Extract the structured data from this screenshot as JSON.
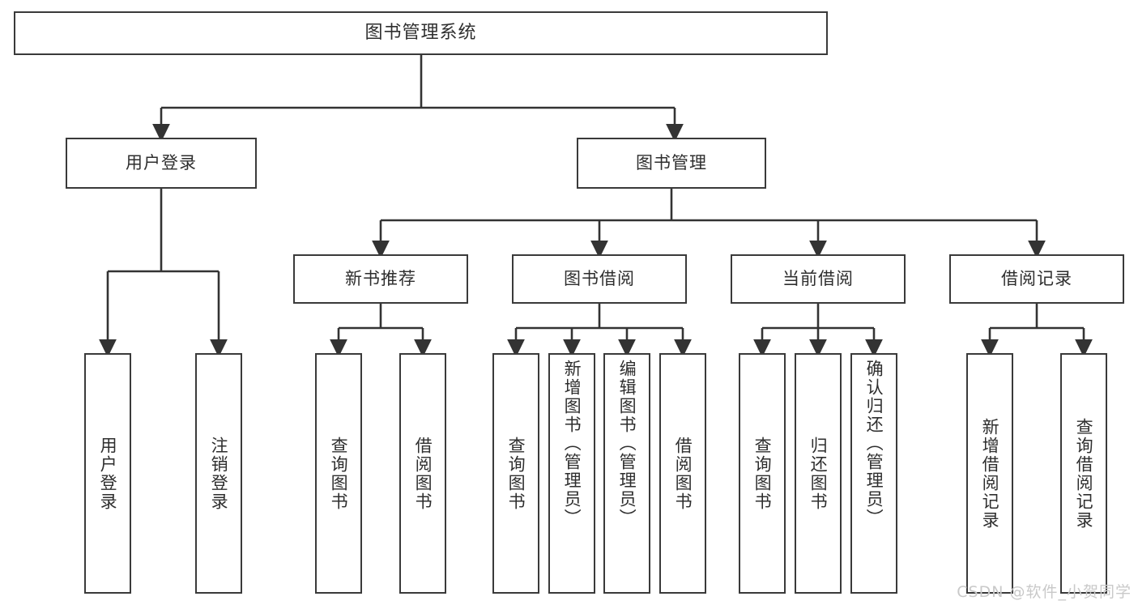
{
  "diagram": {
    "type": "tree-hierarchy",
    "title": "图书管理系统",
    "colors": {
      "box_border": "#3a3a3a",
      "box_fill": "#ffffff",
      "line": "#333333",
      "text": "#2e2e2e",
      "watermark": "#c9c9c9",
      "background": "#ffffff"
    },
    "root": {
      "label": "图书管理系统"
    },
    "level2": [
      {
        "id": "user-login",
        "label": "用户登录"
      },
      {
        "id": "book-manage",
        "label": "图书管理"
      }
    ],
    "level3": [
      {
        "id": "new-book-recommend",
        "label": "新书推荐",
        "parent": "book-manage"
      },
      {
        "id": "book-borrow",
        "label": "图书借阅",
        "parent": "book-manage"
      },
      {
        "id": "current-borrow",
        "label": "当前借阅",
        "parent": "book-manage"
      },
      {
        "id": "borrow-record",
        "label": "借阅记录",
        "parent": "book-manage"
      }
    ],
    "leaves": [
      {
        "id": "leaf-user-login",
        "label": "用户登录",
        "parent": "user-login",
        "align": "center"
      },
      {
        "id": "leaf-user-logout",
        "label": "注销登录",
        "parent": "user-login",
        "align": "center"
      },
      {
        "id": "leaf-query-book-1",
        "label": "查询图书",
        "parent": "new-book-recommend",
        "align": "center"
      },
      {
        "id": "leaf-borrow-book-1",
        "label": "借阅图书",
        "parent": "new-book-recommend",
        "align": "center"
      },
      {
        "id": "leaf-query-book-2",
        "label": "查询图书",
        "parent": "book-borrow",
        "align": "center"
      },
      {
        "id": "leaf-add-book",
        "label": "新增图书（管理员）",
        "parent": "book-borrow",
        "align": "top"
      },
      {
        "id": "leaf-edit-book",
        "label": "编辑图书（管理员）",
        "parent": "book-borrow",
        "align": "top"
      },
      {
        "id": "leaf-borrow-book-2",
        "label": "借阅图书",
        "parent": "book-borrow",
        "align": "center"
      },
      {
        "id": "leaf-query-book-3",
        "label": "查询图书",
        "parent": "current-borrow",
        "align": "center"
      },
      {
        "id": "leaf-return-book",
        "label": "归还图书",
        "parent": "current-borrow",
        "align": "center"
      },
      {
        "id": "leaf-confirm-return",
        "label": "确认归还（管理员）",
        "parent": "current-borrow",
        "align": "top"
      },
      {
        "id": "leaf-add-record",
        "label": "新增借阅记录",
        "parent": "borrow-record",
        "align": "center"
      },
      {
        "id": "leaf-query-record",
        "label": "查询借阅记录",
        "parent": "borrow-record",
        "align": "center"
      }
    ]
  },
  "watermark": {
    "text": "CSDN @软件_小贺同学"
  }
}
